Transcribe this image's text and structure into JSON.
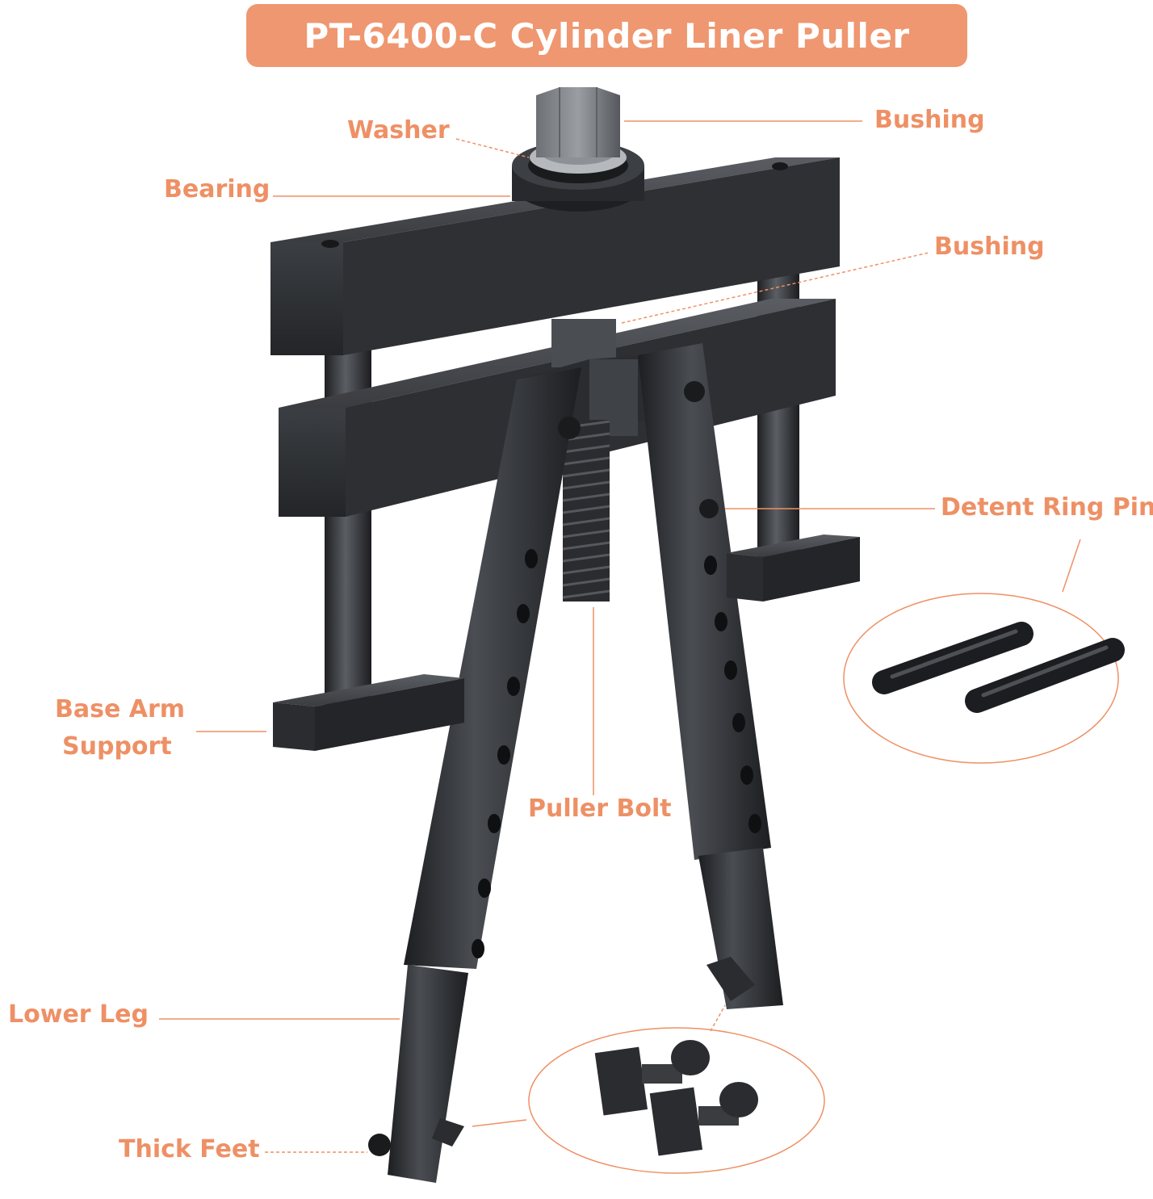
{
  "title": "PT-6400-C Cylinder Liner Puller",
  "colors": {
    "accent": "#EF9770",
    "label_text": "#EE9065",
    "tool_metal": "#2B2D30"
  },
  "labels": {
    "washer": "Washer",
    "bushing_top": "Bushing",
    "bearing": "Bearing",
    "bushing_mid": "Bushing",
    "detent_ring_pin": "Detent Ring Pin",
    "base_arm_support_line1": "Base Arm",
    "base_arm_support_line2": "Support",
    "puller_bolt": "Puller Bolt",
    "lower_leg": "Lower Leg",
    "thick_feet": "Thick Feet"
  }
}
